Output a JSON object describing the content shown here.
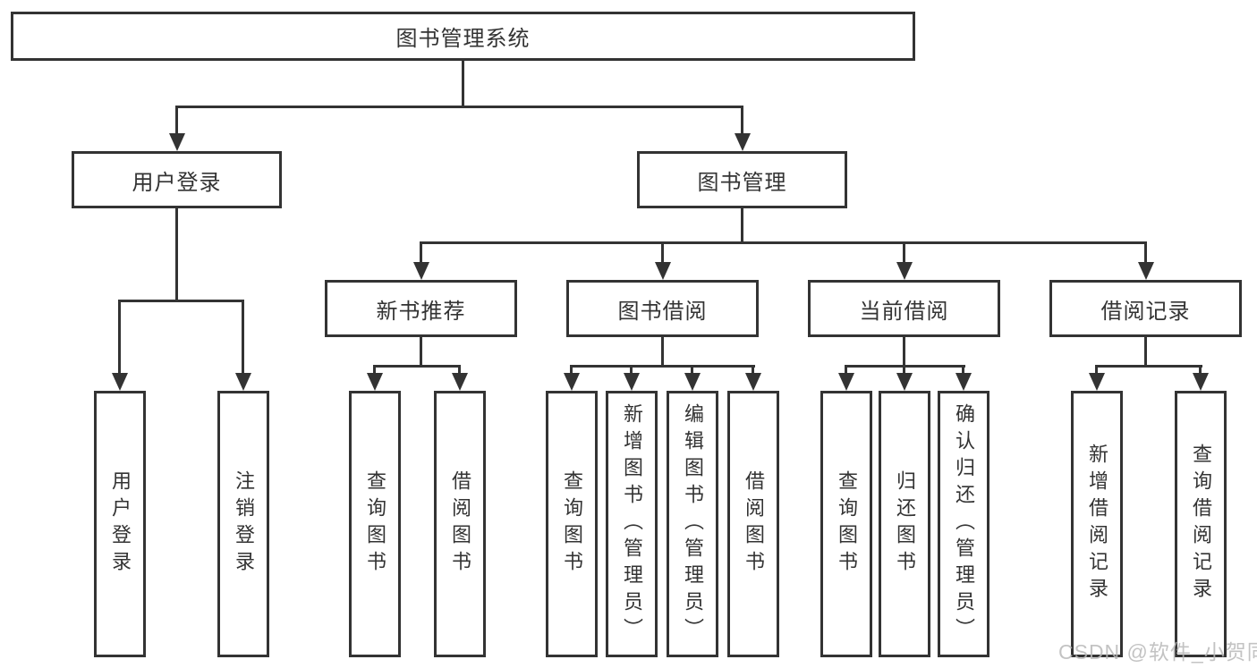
{
  "diagram": {
    "root": {
      "label": "图书管理系统"
    },
    "login": {
      "label": "用户登录",
      "leaves": [
        "用户登录",
        "注销登录"
      ]
    },
    "management": {
      "label": "图书管理",
      "groups": [
        {
          "label": "新书推荐",
          "leaves": [
            "查询图书",
            "借阅图书"
          ]
        },
        {
          "label": "图书借阅",
          "leaves": [
            "查询图书",
            "新增图书（管理员）",
            "编辑图书（管理员）",
            "借阅图书"
          ]
        },
        {
          "label": "当前借阅",
          "leaves": [
            "查询图书",
            "归还图书",
            "确认归还（管理员）"
          ]
        },
        {
          "label": "借阅记录",
          "leaves": [
            "新增借阅记录",
            "查询借阅记录"
          ]
        }
      ]
    }
  },
  "watermark": "CSDN @软件_小贺同学",
  "colors": {
    "line": "#333333",
    "box_border": "#333333",
    "box_background": "#ffffff",
    "watermark": "#b9b9b9"
  }
}
